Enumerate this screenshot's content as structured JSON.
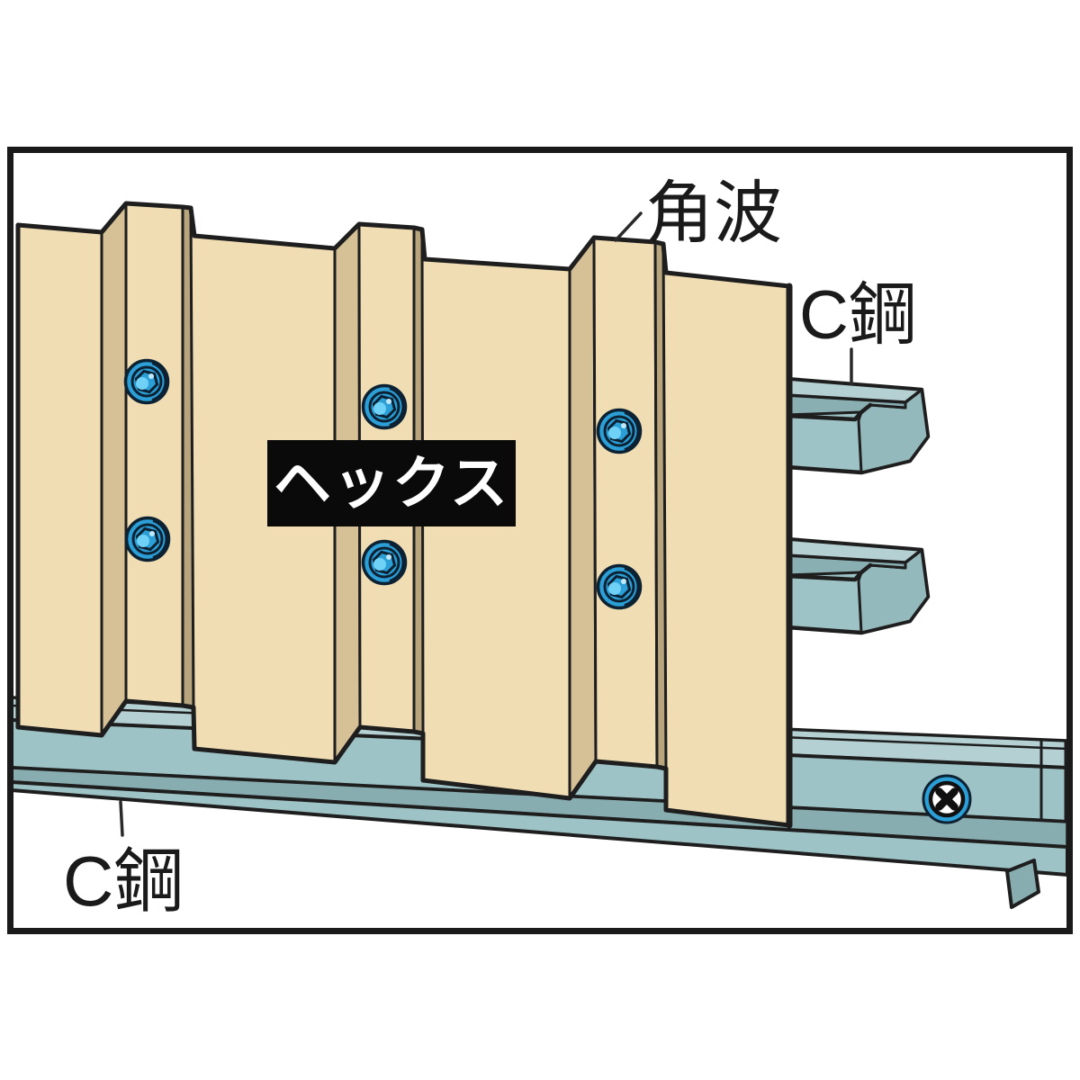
{
  "labels": {
    "corrugated_panel": "角波",
    "c_channel_top": "C鋼",
    "c_channel_bottom": "C鋼",
    "hex_screw": "ヘックス"
  },
  "fasteners": {
    "hex_screw_count": 6,
    "cross_screw_count": 1
  },
  "colors": {
    "panel_tan": "#f1ddb3",
    "panel_shadow_face": "#d6c096",
    "panel_edge_strip": "#b9a57d",
    "steel_teal": "#9dc3c6",
    "steel_teal_light": "#b4d0d2",
    "steel_teal_dark": "#88adb1",
    "steel_teal_end": "#93b9bc",
    "screw_blue": "#2c9fd7",
    "screw_highlight": "#6fd1f6",
    "outline": "#1e1e1e",
    "label_box_black": "#0a0a0a",
    "label_text_white": "#ffffff",
    "frame_border": "#1a1a1a"
  }
}
